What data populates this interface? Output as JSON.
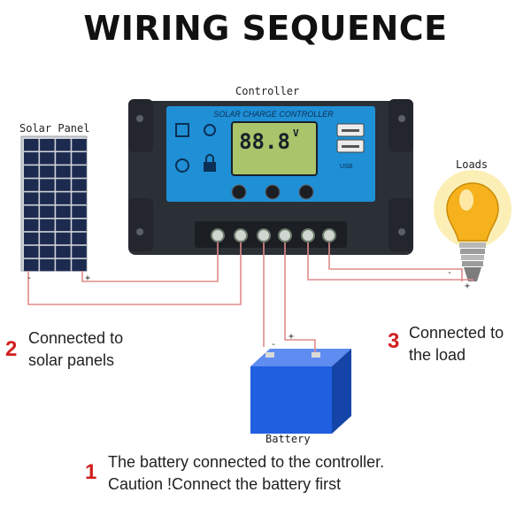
{
  "title": "WIRING SEQUENCE",
  "labels": {
    "controller": "Controller",
    "solar_panel": "Solar Panel",
    "loads": "Loads",
    "battery": "Battery"
  },
  "controller_face": {
    "brand_text": "SOLAR CHARGE CONTROLLER",
    "display_value": "88.8",
    "display_unit": "V"
  },
  "polarity": {
    "minus": "-",
    "plus": "+"
  },
  "steps": [
    {
      "number": "1",
      "lines": [
        "The battery connected to the controller.",
        "Caution !Connect the battery first"
      ]
    },
    {
      "number": "2",
      "lines": [
        "Connected to",
        "solar panels"
      ]
    },
    {
      "number": "3",
      "lines": [
        "Connected to",
        "the load"
      ]
    }
  ],
  "colors": {
    "wire": "#e08a8a",
    "controller_body": "#2b2f36",
    "controller_face": "#1f8fd6",
    "battery": "#1f5fe0",
    "accent_number": "#d21f1f"
  }
}
